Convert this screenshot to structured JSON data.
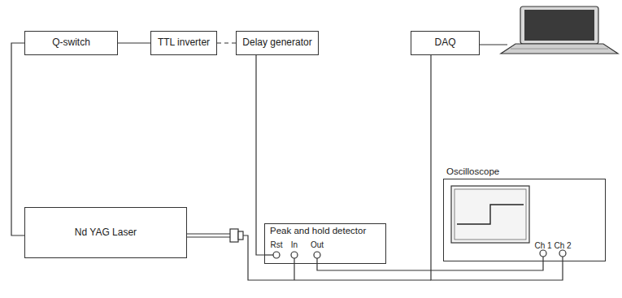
{
  "diagram": {
    "nodes": [
      {
        "text": [
          "Q-switch"
        ]
      },
      {
        "text": [
          "TTL inverter"
        ]
      },
      {
        "text": [
          "Delay generator"
        ]
      },
      {
        "text": [
          "DAQ"
        ]
      },
      {
        "text": [
          "Nd YAG Laser"
        ]
      },
      {
        "text": [
          "Peak and hold detector"
        ]
      },
      {
        "text": [
          "Oscilloscope"
        ]
      }
    ],
    "edges": [
      {
        "from": 0,
        "to": 1,
        "arrow": "none"
      },
      {
        "from": 1,
        "to": 2,
        "arrow": "none"
      },
      {
        "from": 0,
        "to": 4,
        "arrow": "none"
      },
      {
        "from": 2,
        "to": 5,
        "arrow": "none"
      },
      {
        "from": 5,
        "to": 6,
        "arrow": "none"
      },
      {
        "from": 3,
        "to": 6,
        "arrow": "none"
      }
    ],
    "labels": [
      "Rst",
      "In",
      "Out",
      "Ch 1",
      "Ch 2"
    ]
  }
}
